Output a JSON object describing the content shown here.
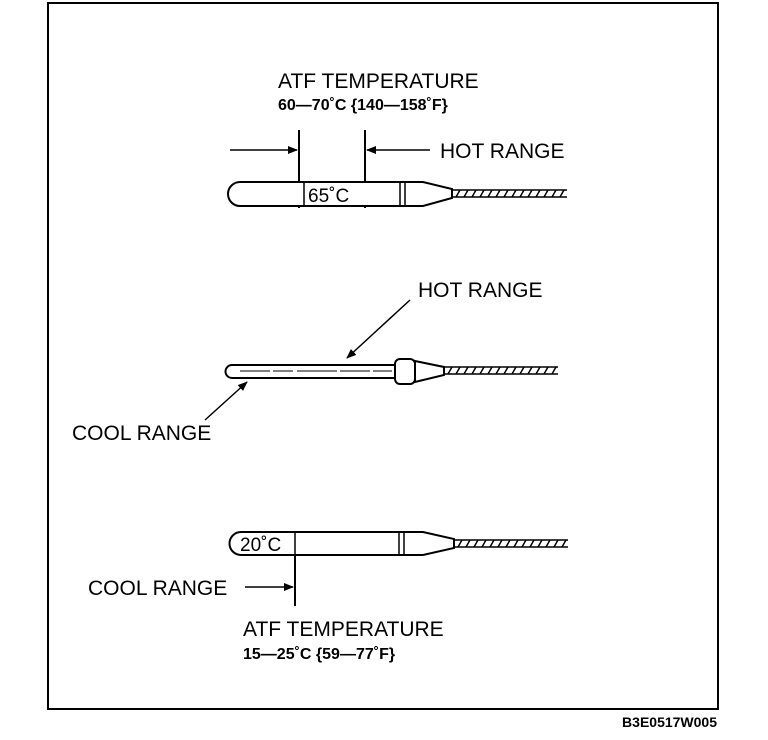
{
  "top_dipstick": {
    "atf_title": "ATF TEMPERATURE",
    "atf_range": "60—70˚C {140—158˚F}",
    "hot_range_label": "HOT RANGE",
    "reading": "65˚C"
  },
  "middle_dipstick": {
    "hot_range_label": "HOT RANGE",
    "cool_range_label": "COOL RANGE"
  },
  "bottom_dipstick": {
    "reading": "20˚C",
    "cool_range_label": "COOL RANGE",
    "atf_title": "ATF TEMPERATURE",
    "atf_range": "15—25˚C {59—77˚F}"
  },
  "figure_code": "B3E0517W005"
}
